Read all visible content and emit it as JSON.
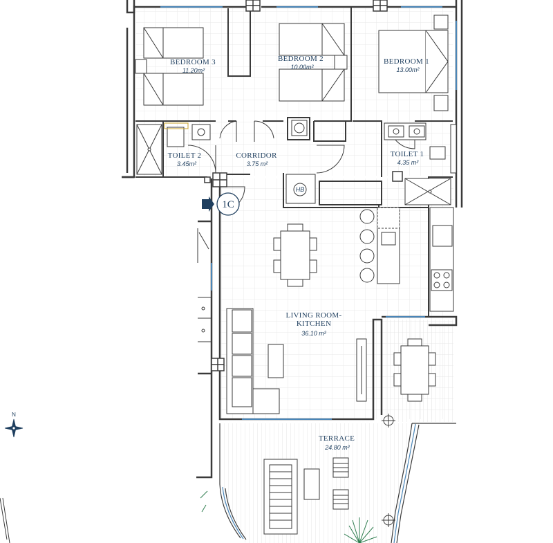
{
  "unit": {
    "label": "1C"
  },
  "compass": {
    "label": "N"
  },
  "rooms": [
    {
      "name": "BEDROOM 3",
      "area": "11.20m²"
    },
    {
      "name": "BEDROOM 2",
      "area": "10.00m²"
    },
    {
      "name": "BEDROOM 1",
      "area": "13.00m²"
    },
    {
      "name": "TOILET 2",
      "area": "3.45m²"
    },
    {
      "name": "CORRIDOR",
      "area": "3.75 m²"
    },
    {
      "name": "TOILET 1",
      "area": "4.35 m²"
    },
    {
      "name_line1": "LIVING ROOM-",
      "name_line2": "KITCHEN",
      "area": "36.10 m²"
    },
    {
      "name": "TERRACE",
      "area": "24.80 m²"
    }
  ],
  "fixtures": {
    "hob_label": "HB"
  },
  "colors": {
    "wall": "#3a3a3a",
    "text": "#1f3f5f",
    "window": "#4a86b8",
    "grid": "#e6e6e6",
    "accent": "#c9a227"
  }
}
